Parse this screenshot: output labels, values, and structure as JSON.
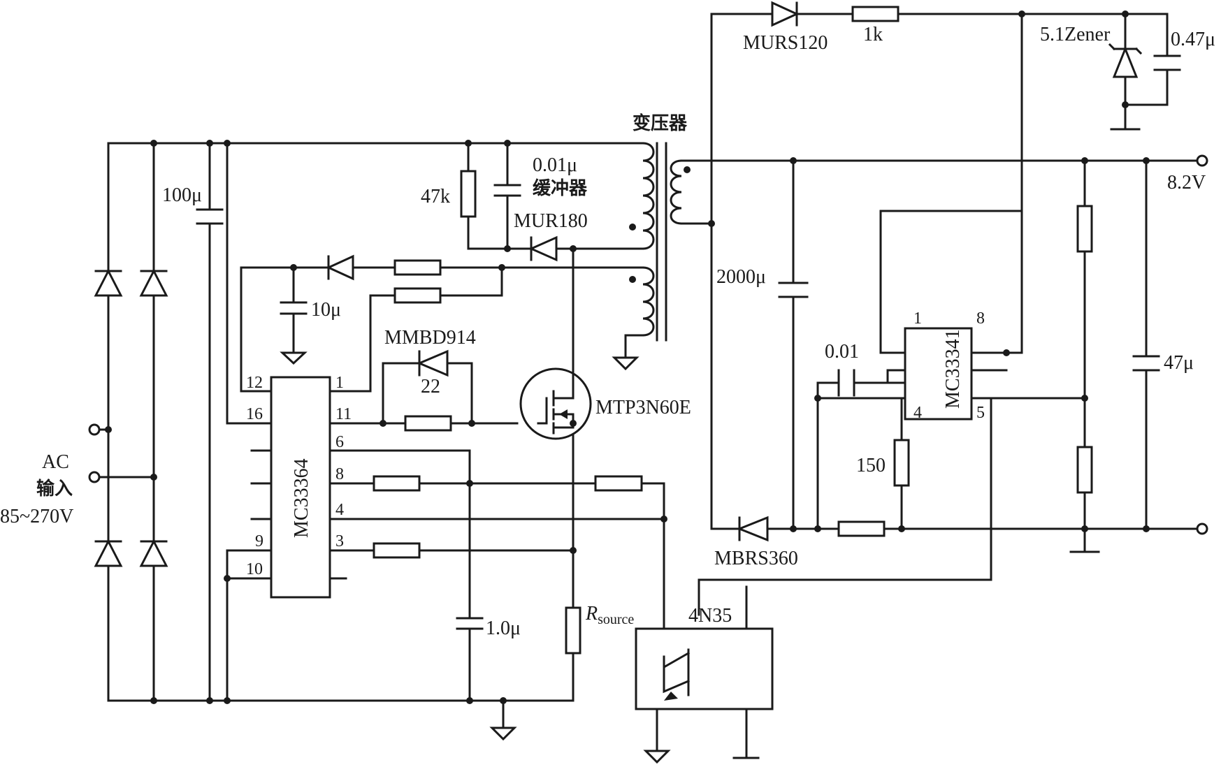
{
  "labels": {
    "ac_input": "AC",
    "ac_input_cn": "输入",
    "ac_range": "85~270V",
    "bulk_cap": "100μ",
    "snubber_res": "47k",
    "snubber_cap": "0.01μ",
    "snubber_cn": "缓冲器",
    "snubber_diode": "MUR180",
    "transformer_cn": "变压器",
    "aux_cap": "10μ",
    "gate_diode": "MMBD914",
    "gate_res": "22",
    "mosfet": "MTP3N60E",
    "timing_cap": "1.0μ",
    "r_source": "R",
    "r_source_sub": "source",
    "optocoupler": "4N35",
    "primary_ic": "MC33364",
    "secondary_ic": "MC33341",
    "top_diode": "MURS120",
    "top_res": "1k",
    "zener": "5.1Zener",
    "zener_cap": "0.47μ",
    "out_voltage": "8.2V",
    "out_filter_cap": "2000μ",
    "comp_cap": "0.01",
    "r150": "150",
    "out_cap": "47μ",
    "rectifier": "MBRS360"
  },
  "pins": {
    "mc33364": [
      "12",
      "1",
      "16",
      "11",
      "6",
      "8",
      "4",
      "3",
      "9",
      "10"
    ],
    "mc33341": [
      "1",
      "8",
      "4",
      "5"
    ]
  }
}
